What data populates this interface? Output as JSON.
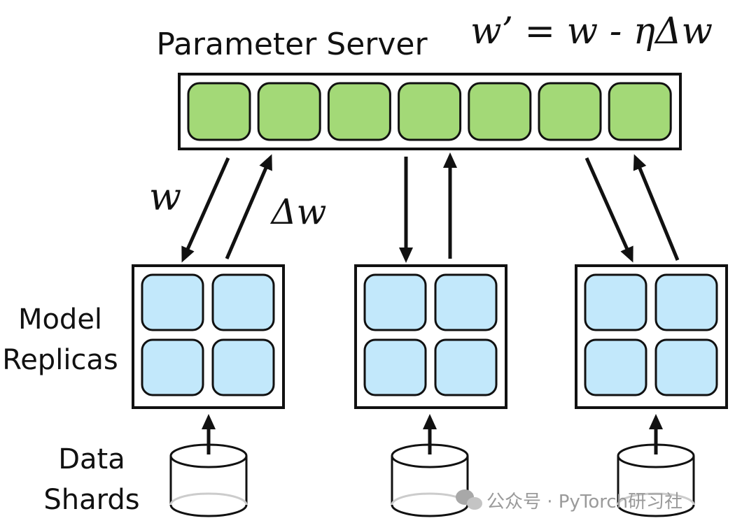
{
  "title": "Parameter Server",
  "formula": "w’ = w - ηΔw",
  "labels": {
    "weights": "w",
    "gradients": "Δw",
    "model_replicas": [
      "Model",
      "Replicas"
    ],
    "data_shards": [
      "Data",
      "Shards"
    ]
  },
  "server": {
    "cell_count": 7,
    "cell_color": "#a3d977"
  },
  "replicas": {
    "count": 3,
    "cell_color": "#c2e8fb"
  },
  "shards": {
    "count": 3
  },
  "watermark": "公众号 · PyTorch研习社",
  "colors": {
    "stroke": "#111111",
    "watermark": "#9a9a9a"
  }
}
